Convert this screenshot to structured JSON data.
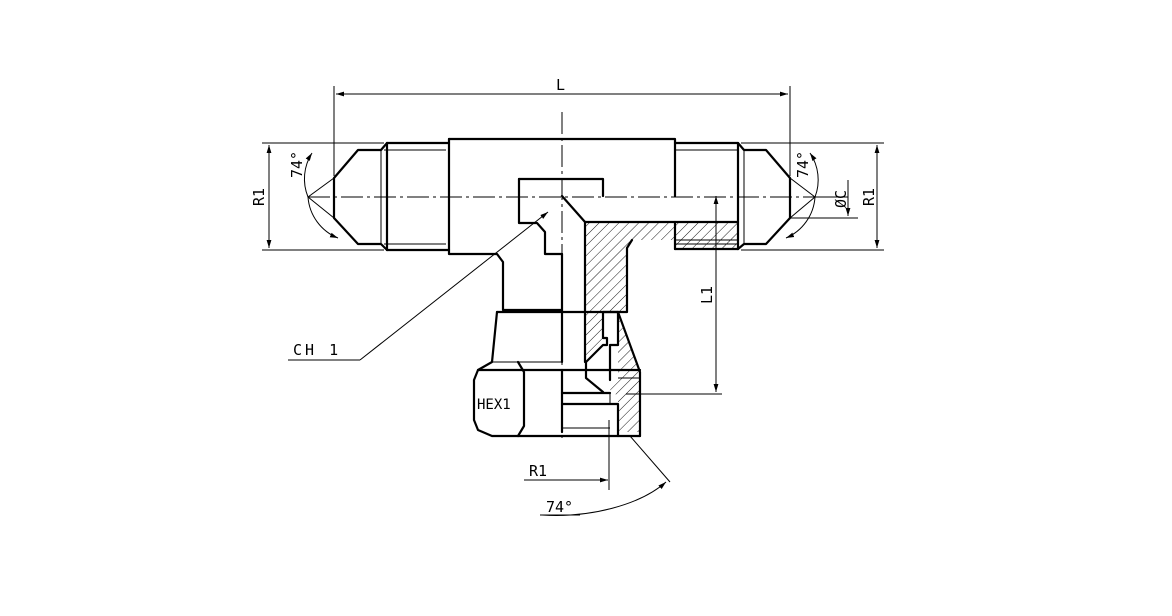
{
  "labels": {
    "length": "L",
    "angle_left": "74°",
    "angle_right": "74°",
    "radius_left": "R1",
    "radius_right": "R1",
    "diameter": "ØC",
    "length_branch": "L1",
    "chamfer": "CH 1",
    "hex": "HEX1",
    "radius_bottom": "R1",
    "angle_bottom": "74°"
  }
}
